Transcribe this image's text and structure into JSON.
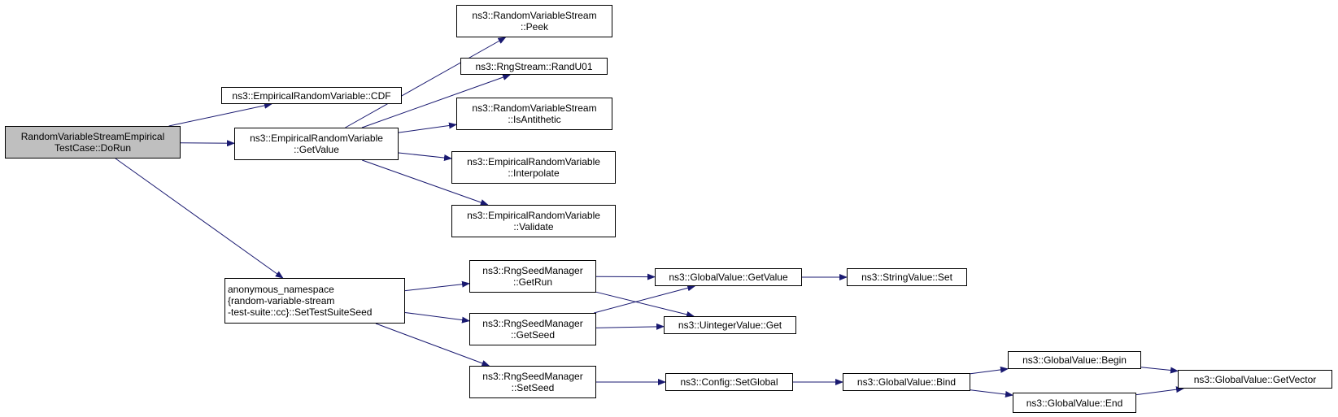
{
  "graph": {
    "edge_color": "#191970",
    "root_fill": "#bfbfbf",
    "node_fill": "#ffffff",
    "nodes": {
      "root": [
        "RandomVariableStreamEmpirical",
        "TestCase::DoRun"
      ],
      "cdf": [
        "ns3::EmpiricalRandomVariable::CDF"
      ],
      "getvalue": [
        "ns3::EmpiricalRandomVariable",
        "::GetValue"
      ],
      "peek": [
        "ns3::RandomVariableStream",
        "::Peek"
      ],
      "randu01": [
        "ns3::RngStream::RandU01"
      ],
      "isantithetic": [
        "ns3::RandomVariableStream",
        "::IsAntithetic"
      ],
      "interpolate": [
        "ns3::EmpiricalRandomVariable",
        "::Interpolate"
      ],
      "validate": [
        "ns3::EmpiricalRandomVariable",
        "::Validate"
      ],
      "settestsuiteseed": [
        "anonymous_namespace",
        "{random-variable-stream",
        "-test-suite::cc}::SetTestSuiteSeed"
      ],
      "getrun": [
        "ns3::RngSeedManager",
        "::GetRun"
      ],
      "getseed": [
        "ns3::RngSeedManager",
        "::GetSeed"
      ],
      "setseed": [
        "ns3::RngSeedManager",
        "::SetSeed"
      ],
      "gv_getvalue": [
        "ns3::GlobalValue::GetValue"
      ],
      "uinteger_get": [
        "ns3::UintegerValue::Get"
      ],
      "stringvalue_set": [
        "ns3::StringValue::Set"
      ],
      "config_setglobal": [
        "ns3::Config::SetGlobal"
      ],
      "gv_bind": [
        "ns3::GlobalValue::Bind"
      ],
      "gv_begin": [
        "ns3::GlobalValue::Begin"
      ],
      "gv_end": [
        "ns3::GlobalValue::End"
      ],
      "gv_getvector": [
        "ns3::GlobalValue::GetVector"
      ]
    },
    "edges": [
      [
        "root",
        "cdf"
      ],
      [
        "root",
        "getvalue"
      ],
      [
        "root",
        "settestsuiteseed"
      ],
      [
        "getvalue",
        "peek"
      ],
      [
        "getvalue",
        "randu01"
      ],
      [
        "getvalue",
        "isantithetic"
      ],
      [
        "getvalue",
        "interpolate"
      ],
      [
        "getvalue",
        "validate"
      ],
      [
        "settestsuiteseed",
        "getrun"
      ],
      [
        "settestsuiteseed",
        "getseed"
      ],
      [
        "settestsuiteseed",
        "setseed"
      ],
      [
        "getrun",
        "gv_getvalue"
      ],
      [
        "getrun",
        "uinteger_get"
      ],
      [
        "getseed",
        "gv_getvalue"
      ],
      [
        "getseed",
        "uinteger_get"
      ],
      [
        "gv_getvalue",
        "stringvalue_set"
      ],
      [
        "setseed",
        "config_setglobal"
      ],
      [
        "config_setglobal",
        "gv_bind"
      ],
      [
        "gv_bind",
        "gv_begin"
      ],
      [
        "gv_bind",
        "gv_end"
      ],
      [
        "gv_begin",
        "gv_getvector"
      ],
      [
        "gv_end",
        "gv_getvector"
      ]
    ]
  }
}
